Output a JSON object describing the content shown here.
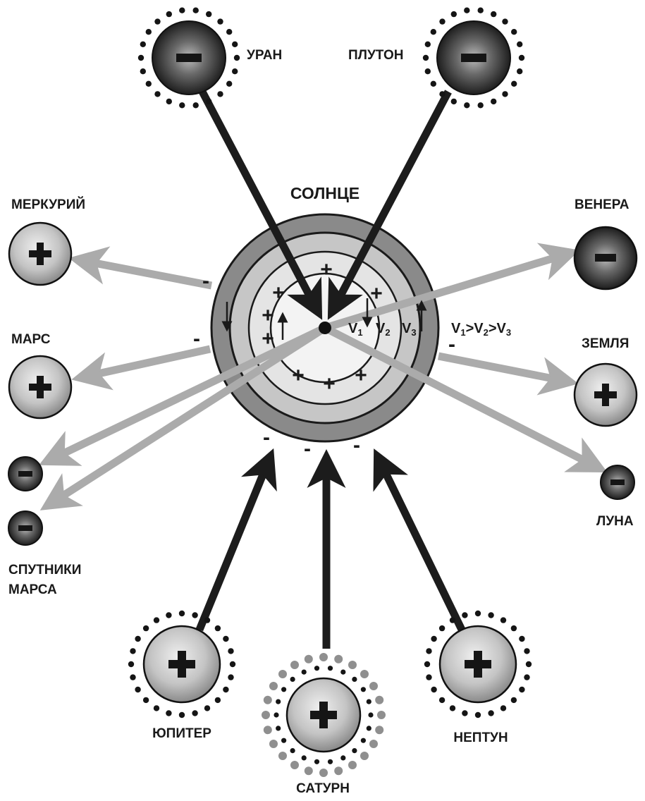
{
  "sun": {
    "label": "СОЛНЦЕ"
  },
  "velocity_labels": {
    "v1": "V",
    "v1_sub": "1",
    "v2": "V",
    "v2_sub": "2",
    "v3": "V",
    "v3_sub": "3"
  },
  "velocity_relation": {
    "v": "V",
    "s1": "1",
    "gt1": ">",
    "s2": "2",
    "gt2": ">",
    "s3": "3"
  },
  "planets": {
    "uranus": "УРАН",
    "pluto": "ПЛУТОН",
    "mercury": "МЕРКУРИЙ",
    "venus": "ВЕНЕРА",
    "mars": "МАРС",
    "earth": "ЗЕМЛЯ",
    "moon": "ЛУНА",
    "mars_moons_line1": "СПУТНИКИ",
    "mars_moons_line2": "МАРСА",
    "jupiter": "ЮПИТЕР",
    "saturn": "САТУРН",
    "neptune": "НЕПТУН"
  },
  "signs": {
    "plus": "+",
    "minus": "-"
  },
  "colors": {
    "dark_arrow": "#1c1c1c",
    "gray_arrow": "#ababab",
    "outer_ring": "#8a8a8a",
    "mid_ring": "#c6c6c6",
    "inner_core": "#e4e4e4",
    "ring_stroke": "#1a1a1a"
  }
}
